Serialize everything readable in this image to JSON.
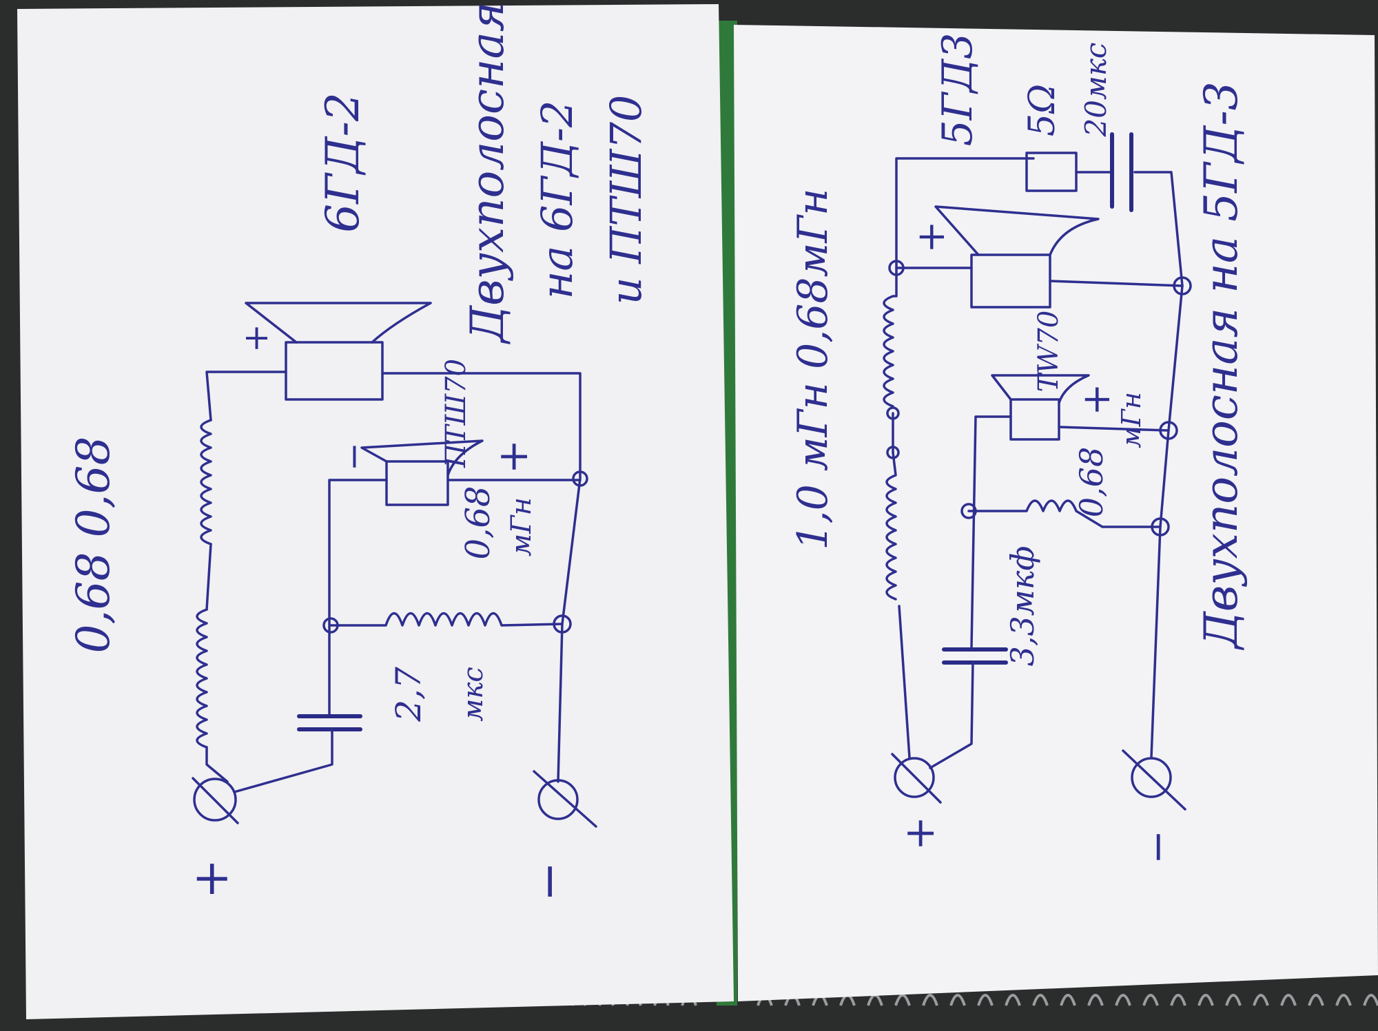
{
  "photo": {
    "colors": {
      "paper": "#f3f2f4",
      "ink": "#2e2f8f",
      "background": "#2b2d2c",
      "notebook_cover": "#2f7a3a"
    },
    "left_sheet": {
      "inductor_values": "0,68  0,68",
      "woofer_label": "6ГД-2",
      "tweeter_label": "ПТШ70",
      "capacitor_value": "2,7",
      "capacitor_unit": "мкс",
      "tweeter_inductor_value": "0,68",
      "tweeter_inductor_unit": "мГн",
      "title_line1": "Двухполосная",
      "title_line2": "на 6ГД-2",
      "title_line3": "и ПТШ70",
      "plus_terminal": "+",
      "minus_terminal": "−",
      "woofer_plus": "+",
      "tweeter_plus": "+",
      "tweeter_minus": "−"
    },
    "right_sheet": {
      "inductor_values": "1,0 мГн  0,68мГн",
      "woofer_label": "5ГД3",
      "resistor_value": "5Ω",
      "bypass_capacitor_value": "20мкс",
      "tweeter_label": "TW70",
      "capacitor_value": "3,3мкф",
      "tweeter_inductor_value": "0,68",
      "tweeter_inductor_unit": "мГн",
      "title": "Двухполосная на 5ГД-3",
      "plus_terminal": "+",
      "minus_terminal": "−",
      "woofer_plus": "+",
      "tweeter_plus": "+"
    }
  }
}
